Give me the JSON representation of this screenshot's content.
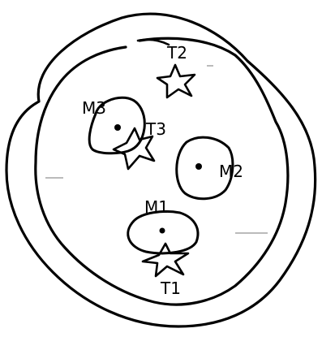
{
  "diagram": {
    "regions": [
      {
        "id": "M3",
        "label": "M3"
      },
      {
        "id": "M2",
        "label": "M2"
      },
      {
        "id": "M1",
        "label": "M1"
      }
    ],
    "targets": [
      {
        "id": "T2",
        "label": "T2"
      },
      {
        "id": "T3",
        "label": "T3"
      },
      {
        "id": "T1",
        "label": "T1"
      }
    ]
  },
  "colors": {
    "ink": "#000000",
    "background": "#ffffff"
  }
}
